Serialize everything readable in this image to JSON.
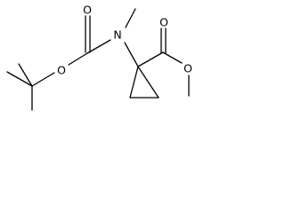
{
  "molecule": {
    "atoms": {
      "carbonyl_o_boc": "O",
      "ester_o_boc": "O",
      "nitrogen": "N",
      "carbonyl_o_ester": "O",
      "ether_o_ester": "O"
    }
  }
}
